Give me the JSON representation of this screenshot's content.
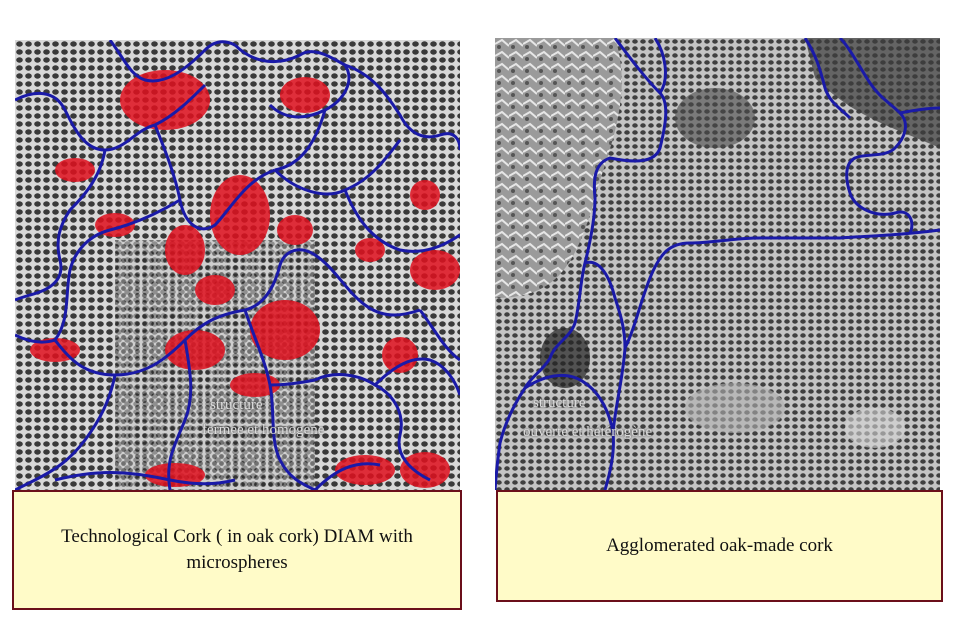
{
  "panels": {
    "left": {
      "overlay_line1": "structure",
      "overlay_line2": "fermée et homogène",
      "caption": "Technological Cork ( in oak cork) DIAM with microspheres"
    },
    "right": {
      "overlay_line1": "structure",
      "overlay_line2": "ouverte et hétérogène",
      "caption": "Agglomerated oak-made cork"
    }
  },
  "colors": {
    "boundary": "#1a1aa8",
    "microspheres": "#e0101e",
    "caption_bg": "#fffbc8",
    "caption_border": "#6b0f1a"
  }
}
